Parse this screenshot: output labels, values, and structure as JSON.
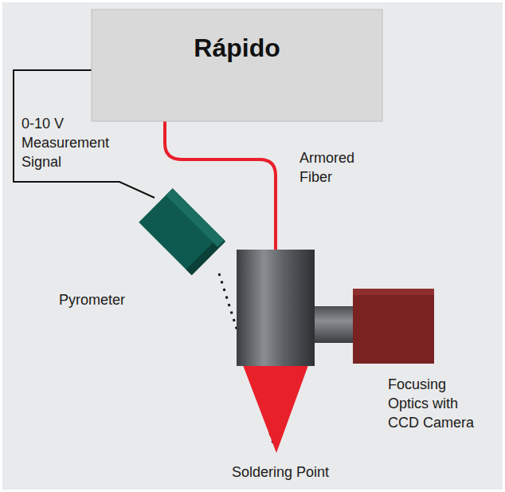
{
  "diagram": {
    "nodes": [
      {
        "text": [
          "Rápido"
        ]
      },
      {
        "text": [
          "Pyrometer"
        ]
      },
      {
        "text": [
          "Focusing Optics with CCD Camera"
        ]
      }
    ],
    "edges": [
      {
        "from": 0,
        "to": 1,
        "arrow": "none",
        "label": "0-10 V Measurement Signal"
      },
      {
        "from": 0,
        "to": 2,
        "arrow": "none",
        "label": "Armored Fiber"
      }
    ],
    "labels": [
      "Soldering Point"
    ]
  }
}
